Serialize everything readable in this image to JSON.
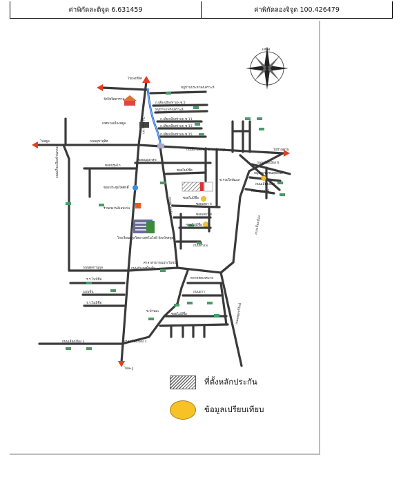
{
  "coordinates": {
    "latitude_label": "ค่าพิกัดละติจูด 6.631459",
    "longitude_label": "ค่าพิกัดลองจิจูด 100.426479"
  },
  "compass": {
    "north_label": "เหนือ"
  },
  "map_labels": {
    "to_perlis_top": "ไปเพอร์ลิส",
    "to_satun_left": "ไปสตูล",
    "to_ban_khuan": "ไปบ้านควน",
    "to_pak_bara": "ไปปากบารา",
    "wat": "วัดปิจจิตตาราม",
    "village_top": "หมู่บ้านประชาสงเคราะห์",
    "soi_13_a": "ถ.เลี่ยงเมืองท่าแพ ซ.5",
    "soi_13_b": "หมู่บ้านแพรงเคราะห์",
    "soi_11": "ถ.เลี่ยงเมืองท่าแพ ซ.11",
    "soi_13": "ถ.เลี่ยงเมืองท่าแพ ซ.13",
    "soi_15": "ถ.เลี่ยงเมืองท่าแพ ซ.15",
    "municipality": "เทศบาลเมืองสตูล",
    "road_salang": "ถนนสุขาอุทิศ",
    "road_bankhuan": "ถนนบ้านควน - บ้านคลองขุด",
    "soi_a": "ซอยบุญยาสุข",
    "soi_b": "ซอยไม่มีชื่อ",
    "soi_c": "ซอยบุรุษโภ",
    "soi_d": "ซอยประชุมใคศักดิ์",
    "seven": "ร้านเซเว่นอีเลฟเว่น",
    "school": "โรงเรียนสตูลวิทยาเทคโนโลยี จังหวัดสตูล",
    "soi_sema4": "ซอยเสมา 4",
    "soi_sema8": "ซอยเสมา 8",
    "tha_phae": "ถนนท่าแพ",
    "no_name1": "ซอยไม่มีชื่อ",
    "no_name2": "ซอยไม่มีชื่อ",
    "sala": "ศาลาสาธารณประโยชน์",
    "road_satun": "ถนนศุลกานุกูล",
    "road_satun2": "ถนนอำเภอน้ำเค็ม",
    "no_name3": "ร.ร.ไม่มีชื่อ",
    "market": "ตลาดสดเทศบาล",
    "no_name4": "ร.ร.ไม่มีชื่อ",
    "mansion": "แมนชั่น",
    "soi_ban_ma": "ซ.บ้านมะ",
    "thanon_yao": "ถนนยาว",
    "soi_e": "ซอยไม่มีชื่อ",
    "bypass": "ถนนเลี่ยงเมือง 2",
    "bypass1": "ถนนเลี่ยงเมือง 1",
    "to_la_ngu": "ไปละงู",
    "soi_right1": "ถนนเลี่ยงเมือง 6",
    "soi_right2": "หมู่บ้านชุมชนสุขสันติ",
    "soi_right3": "ถนนเลี่ยงเมือง",
    "soi_right4": "ถนนสตูลธานี",
    "soi_right5": "ซ.ร่วมใจพัฒนา",
    "road_vert_right": "ถนนเลี่ยงเมือง",
    "road_diag": "ถนนสตูลบริรักษ์",
    "road_left_vert": "ถนนเลี่ยงเมืองบ้านคลอง",
    "road_ya": "ถนนตำมะลัง"
  },
  "legend": {
    "collateral_label": "ที่ตั้งหลักประกัน",
    "comparison_label": "ข้อมูลเปรียบเทียบ"
  }
}
